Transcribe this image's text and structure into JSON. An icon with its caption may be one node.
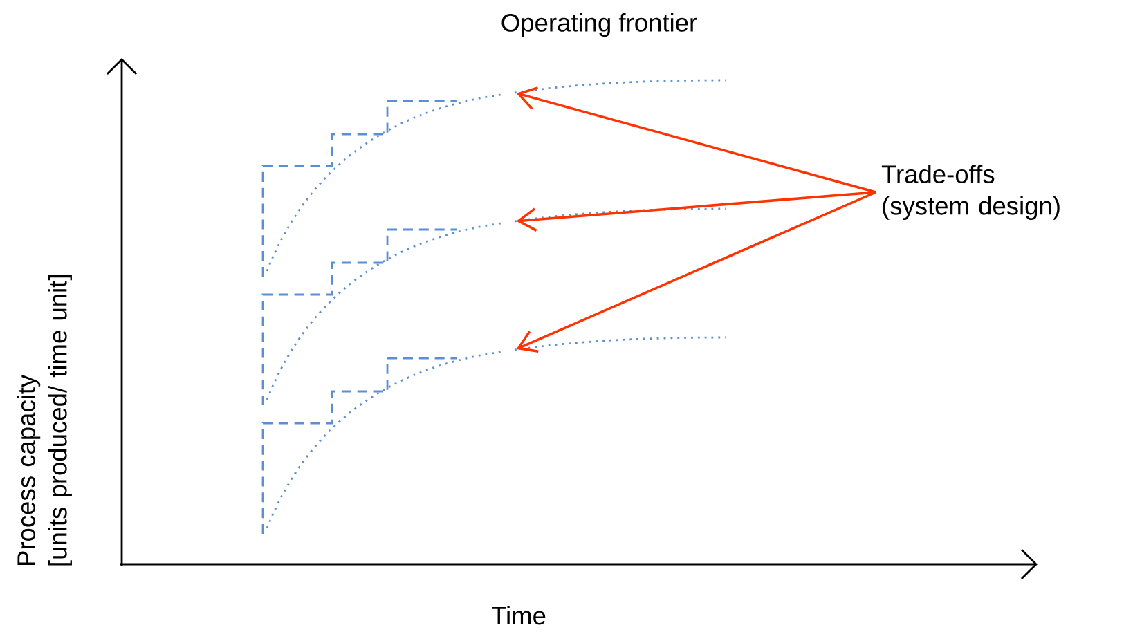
{
  "diagram": {
    "nodes": [
      {
        "text": [
          "Trade-offs (system design)"
        ]
      },
      {
        "text": [],
        "shape": "curve"
      },
      {
        "text": [],
        "shape": "curve"
      },
      {
        "text": [],
        "shape": "curve"
      }
    ],
    "edges": [
      {
        "from": 0,
        "to": 1,
        "arrow": "to"
      },
      {
        "from": 0,
        "to": 2,
        "arrow": "to"
      },
      {
        "from": 0,
        "to": 3,
        "arrow": "to"
      }
    ],
    "labels": [
      "Operating frontier",
      "Process capacity [units produced/ time unit]",
      "Time"
    ]
  }
}
